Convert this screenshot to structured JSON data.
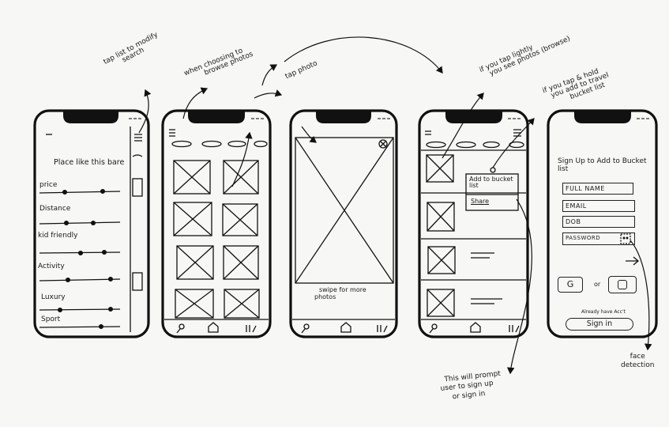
{
  "annotations": {
    "tap_list": [
      "tap list to modify",
      "search"
    ],
    "browse_photos": [
      "when choosing to",
      "browse photos"
    ],
    "tap_photo": "tap photo",
    "tap_lightly": [
      "if you tap lightly",
      "you see photos (browse)"
    ],
    "tap_hold": [
      "if you tap & hold",
      "you add to travel",
      "bucket list"
    ],
    "prompt_signup": [
      "This will prompt",
      "user to sign up",
      "or sign in"
    ],
    "face_detection": [
      "face",
      "detection"
    ]
  },
  "screen1": {
    "title": "Place like this bare",
    "sliders": [
      "price",
      "Distance",
      "kid friendly",
      "Activity",
      "Luxury",
      "Sport"
    ]
  },
  "screen3": {
    "caption": [
      "swipe for more",
      "photos"
    ]
  },
  "screen4": {
    "menu": [
      "Add to bucket",
      "list",
      "Share"
    ]
  },
  "screen5": {
    "title": [
      "Sign Up to Add to Bucket",
      "list"
    ],
    "fields": [
      "FULL NAME",
      "EMAIL",
      "DOB",
      "PASSWORD"
    ],
    "google_label": "G",
    "or_label": "or",
    "already_text": "Already have Acc't",
    "signin_label": "Sign in"
  }
}
